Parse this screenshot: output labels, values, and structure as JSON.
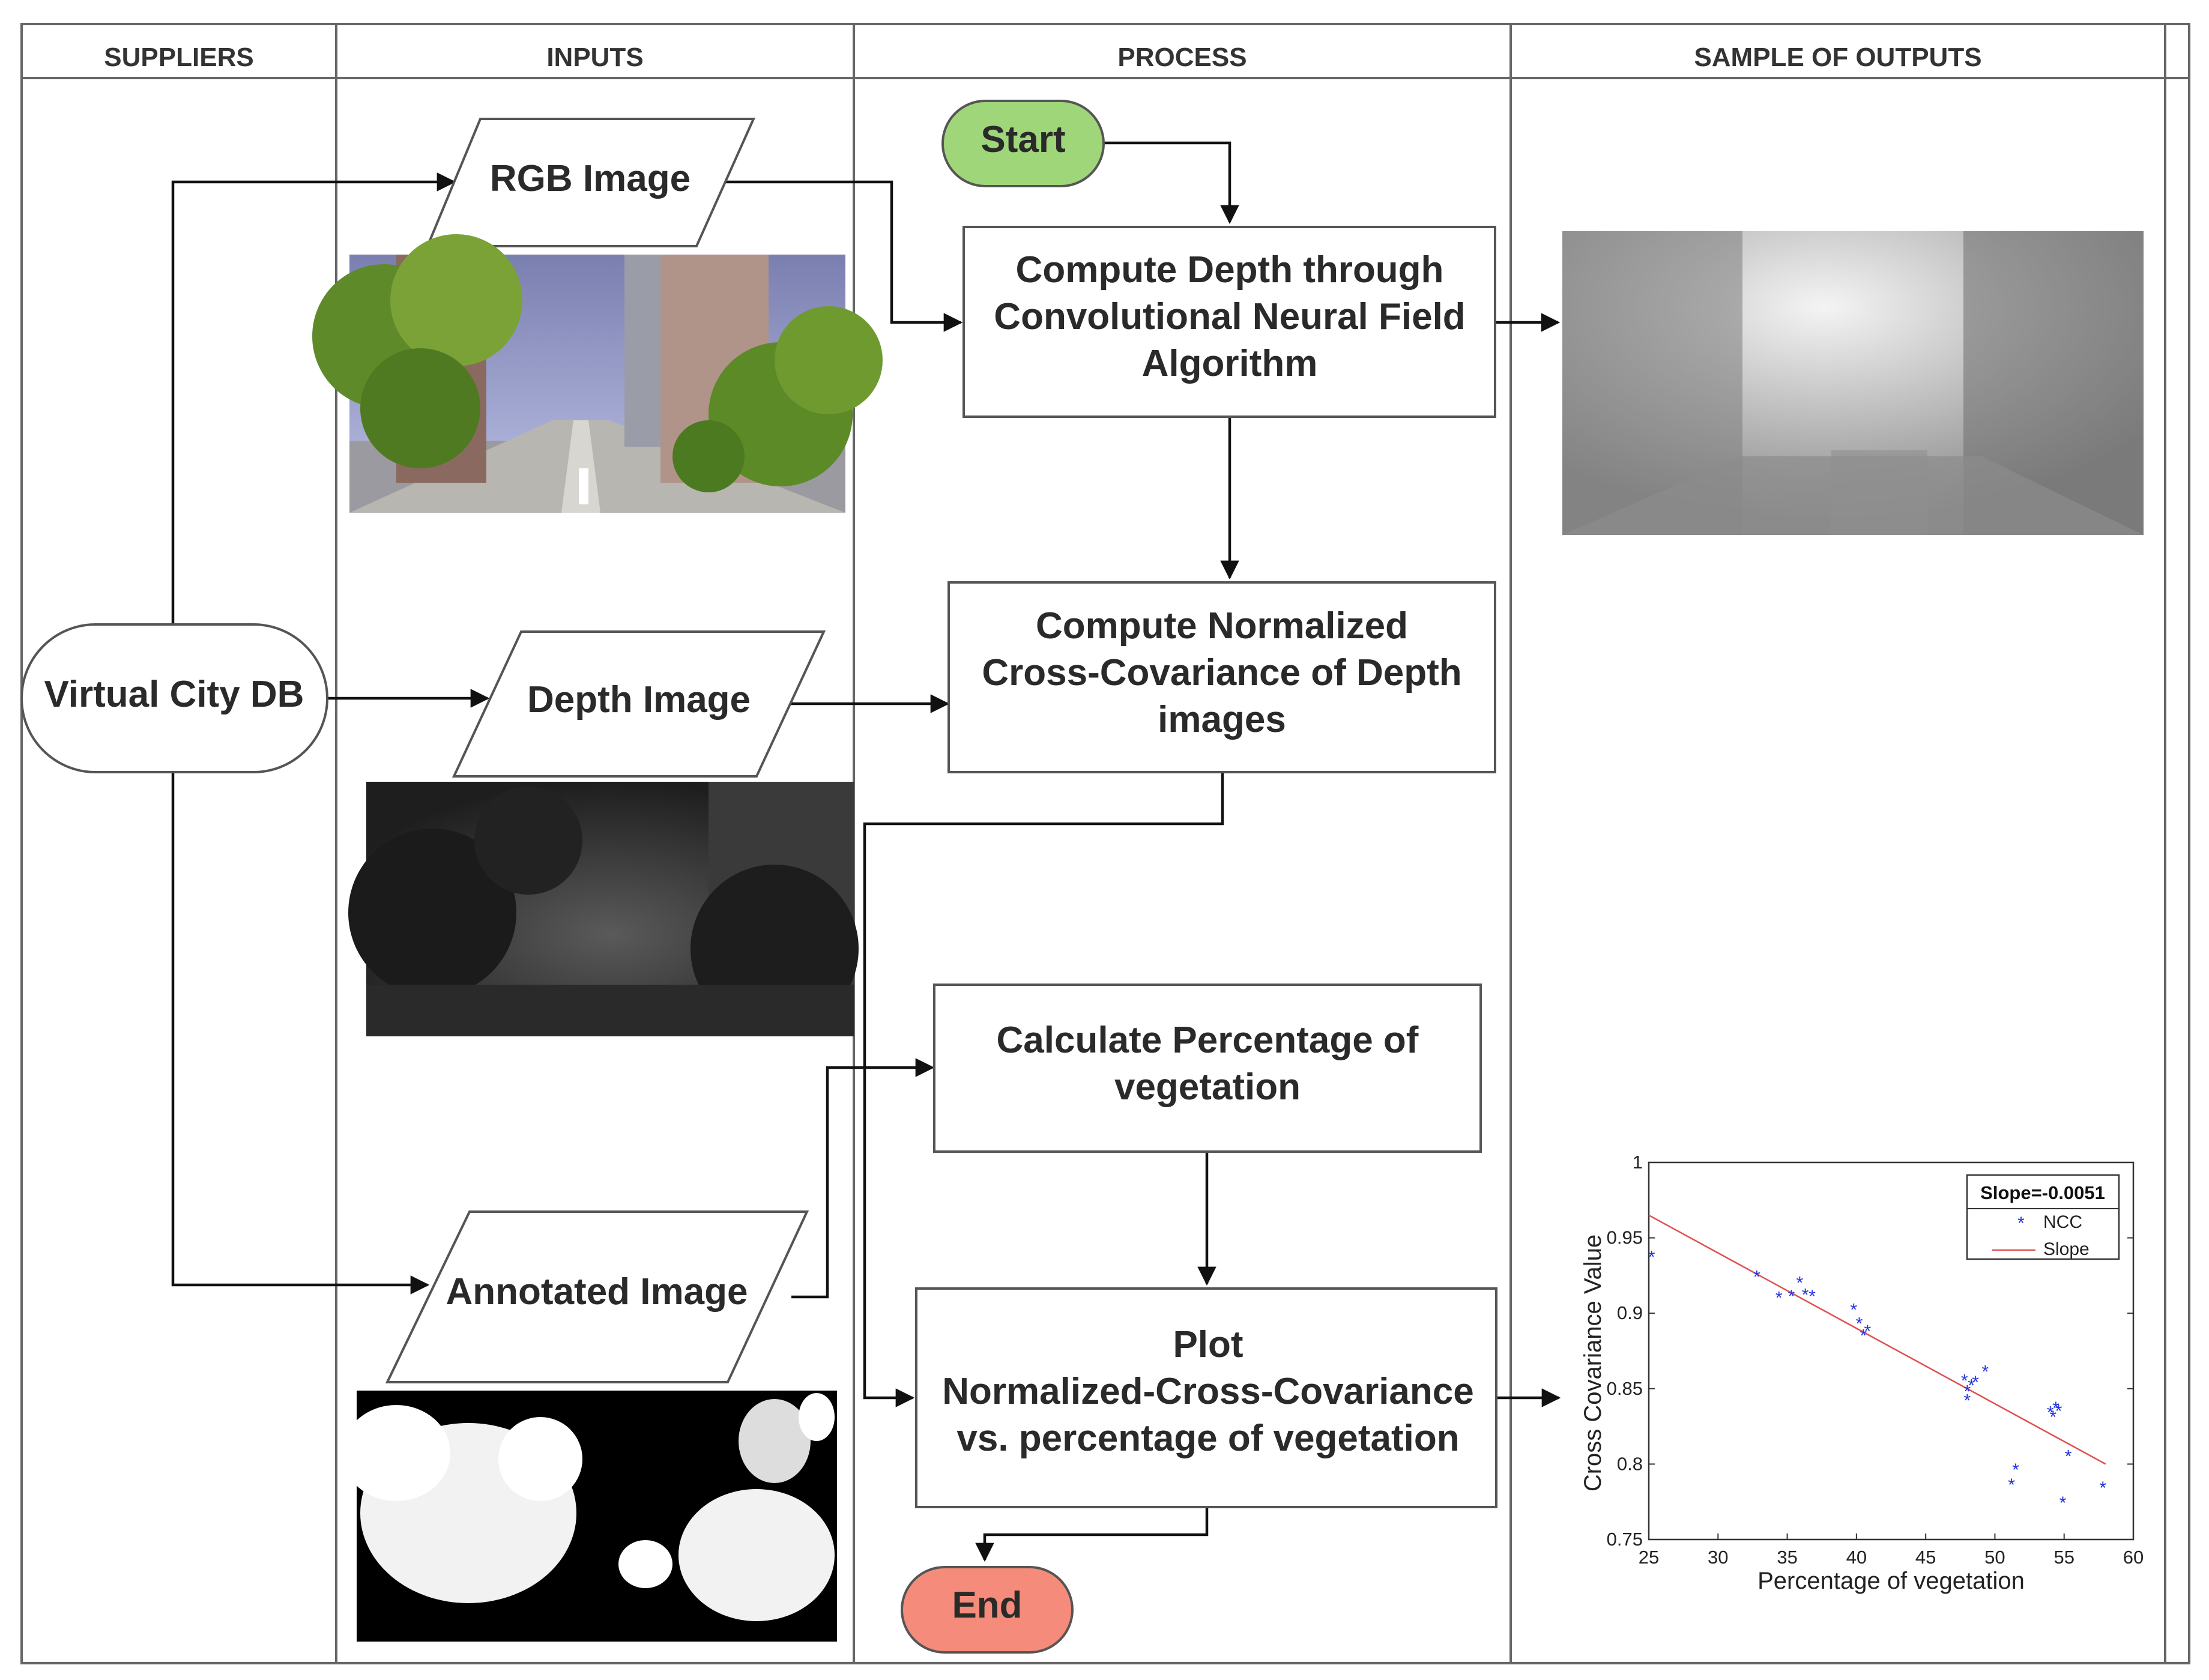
{
  "lanes": {
    "suppliers": "SUPPLIERS",
    "inputs": "INPUTS",
    "process": "PROCESS",
    "outputs": "SAMPLE OF OUTPUTS"
  },
  "supplier": {
    "label": "Virtual City DB"
  },
  "inputs": {
    "rgb": "RGB Image",
    "depth": "Depth Image",
    "annotated": "Annotated Image"
  },
  "process": {
    "start": "Start",
    "step1": [
      "Compute Depth through",
      "Convolutional Neural Field",
      "Algorithm"
    ],
    "step2": [
      "Compute Normalized",
      "Cross-Covariance of Depth",
      "images"
    ],
    "step3": [
      "Calculate Percentage of",
      "vegetation"
    ],
    "step4": [
      "Plot",
      "Normalized-Cross-Covariance",
      "vs. percentage of vegetation"
    ],
    "end": "End"
  },
  "colors": {
    "start_fill": "#9fd67a",
    "end_fill": "#f58b7a",
    "scatter": "#2233dd",
    "fit_line": "#e05050"
  },
  "chart_data": {
    "type": "scatter",
    "xlabel": "Percentage of vegetation",
    "ylabel": "Cross Covariance Value",
    "xlim": [
      25,
      60
    ],
    "ylim": [
      0.75,
      1
    ],
    "xticks": [
      25,
      30,
      35,
      40,
      45,
      50,
      55,
      60
    ],
    "yticks": [
      0.75,
      0.8,
      0.85,
      0.9,
      0.95,
      1
    ],
    "ytick_labels": [
      "0.75",
      "0.8",
      "0.85",
      "0.9",
      "0.95",
      "1"
    ],
    "legend_title": "Slope=-0.0051",
    "legend_position": "top-right",
    "series": [
      {
        "name": "NCC",
        "marker": "*",
        "points": [
          [
            25.2,
            0.938
          ],
          [
            32.8,
            0.925
          ],
          [
            34.4,
            0.911
          ],
          [
            35.3,
            0.912
          ],
          [
            35.9,
            0.921
          ],
          [
            36.3,
            0.913
          ],
          [
            36.8,
            0.912
          ],
          [
            39.8,
            0.903
          ],
          [
            40.2,
            0.894
          ],
          [
            40.5,
            0.886
          ],
          [
            40.8,
            0.889
          ],
          [
            47.8,
            0.856
          ],
          [
            48.0,
            0.849
          ],
          [
            48.0,
            0.843
          ],
          [
            48.3,
            0.853
          ],
          [
            48.6,
            0.855
          ],
          [
            49.3,
            0.862
          ],
          [
            51.2,
            0.787
          ],
          [
            51.5,
            0.797
          ],
          [
            54.0,
            0.835
          ],
          [
            54.2,
            0.832
          ],
          [
            54.4,
            0.838
          ],
          [
            54.6,
            0.836
          ],
          [
            54.9,
            0.775
          ],
          [
            55.3,
            0.806
          ],
          [
            57.8,
            0.785
          ]
        ]
      },
      {
        "name": "Slope",
        "type": "line",
        "points": [
          [
            25,
            0.965
          ],
          [
            58,
            0.8
          ]
        ]
      }
    ]
  }
}
